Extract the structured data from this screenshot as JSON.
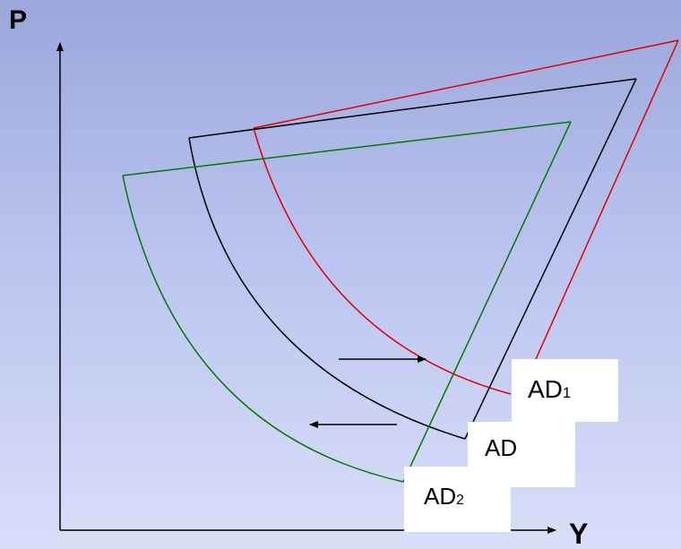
{
  "axes": {
    "y_label": "P",
    "x_label": "Y"
  },
  "curves": [
    {
      "id": "ad1",
      "label_main": "AD",
      "label_sub": "1",
      "color": "#e00000"
    },
    {
      "id": "ad",
      "label_main": "AD",
      "label_sub": "",
      "color": "#000000"
    },
    {
      "id": "ad2",
      "label_main": "AD",
      "label_sub": "2",
      "color": "#007a00"
    }
  ],
  "arrows": [
    {
      "id": "shift-right",
      "direction": "right",
      "color": "#000000"
    },
    {
      "id": "shift-left",
      "direction": "left",
      "color": "#000000"
    }
  ],
  "background": {
    "top": "#9aa7dc",
    "bottom": "#d9def9"
  }
}
